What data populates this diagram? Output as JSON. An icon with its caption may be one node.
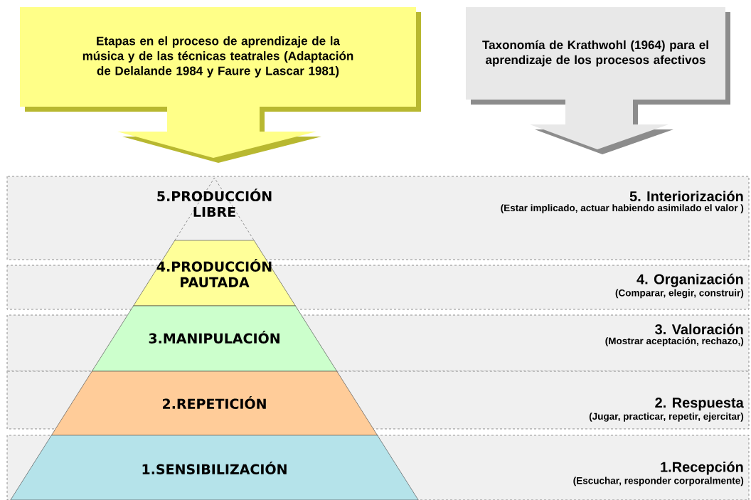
{
  "diagram": {
    "nodes": [
      {
        "text": [
          "Etapas en el proceso de aprendizaje de la música y de las técnicas teatrales (Adaptación de Delalande 1984 y Faure y Lascar 1981)"
        ]
      },
      {
        "text": [
          "Taxonomía de Krathwohl (1964) para el aprendizaje de los procesos afectivos"
        ]
      },
      {
        "text": [
          "5. Interiorización",
          "(Estar implicado, actuar habiendo asimilado el valor )"
        ]
      },
      {
        "text": [
          "5.PRODUCCIÓN LIBRE"
        ],
        "in": 2
      },
      {
        "text": [
          "4. Organización",
          "(Comparar, elegir, construir)"
        ]
      },
      {
        "text": [
          "4.PRODUCCIÓN PAUTADA"
        ]
      },
      {
        "text": [
          "3. Valoración",
          "(Mostrar aceptación, rechazo,)"
        ]
      },
      {
        "text": [
          "3.MANIPULACIÓN"
        ]
      },
      {
        "text": [
          "2. Respuesta",
          "(Jugar, practicar, repetir, ejercitar)"
        ]
      },
      {
        "text": [
          "2.REPETICIÓN"
        ]
      },
      {
        "text": [
          "1.Recepción",
          "(Escuchar, responder corporalmente)"
        ]
      },
      {
        "text": [
          "1.SENSIBILIZACIÓN"
        ],
        "in": 10
      }
    ]
  }
}
